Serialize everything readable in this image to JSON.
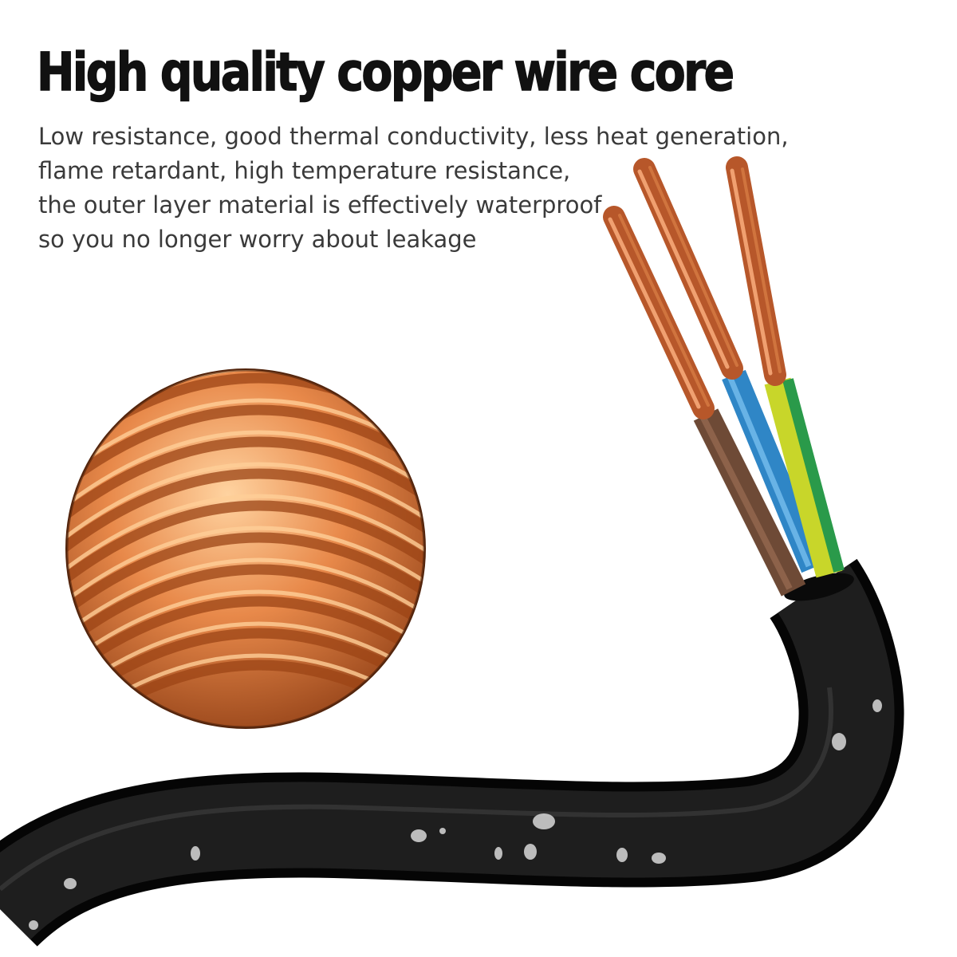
{
  "headline": "High quality copper wire core",
  "description": {
    "lines": [
      "Low resistance, good thermal conductivity, less heat generation,",
      "flame retardant, high temperature resistance,",
      "the outer layer material is effectively waterproof",
      "so you no longer worry about leakage"
    ]
  },
  "colors": {
    "background": "#ffffff",
    "headline": "#111111",
    "body_text": "#3a3a3a",
    "copper": "#d9773a",
    "cable_jacket": "#0d0d0d",
    "wire_brown": "#6e4a36",
    "wire_blue": "#2f86c6",
    "wire_yellow_green": "#c8d62a"
  },
  "images": {
    "copper_coil": "copper-wire-coil",
    "cable": "three-core-black-cable",
    "water_drops": "water-droplets"
  }
}
